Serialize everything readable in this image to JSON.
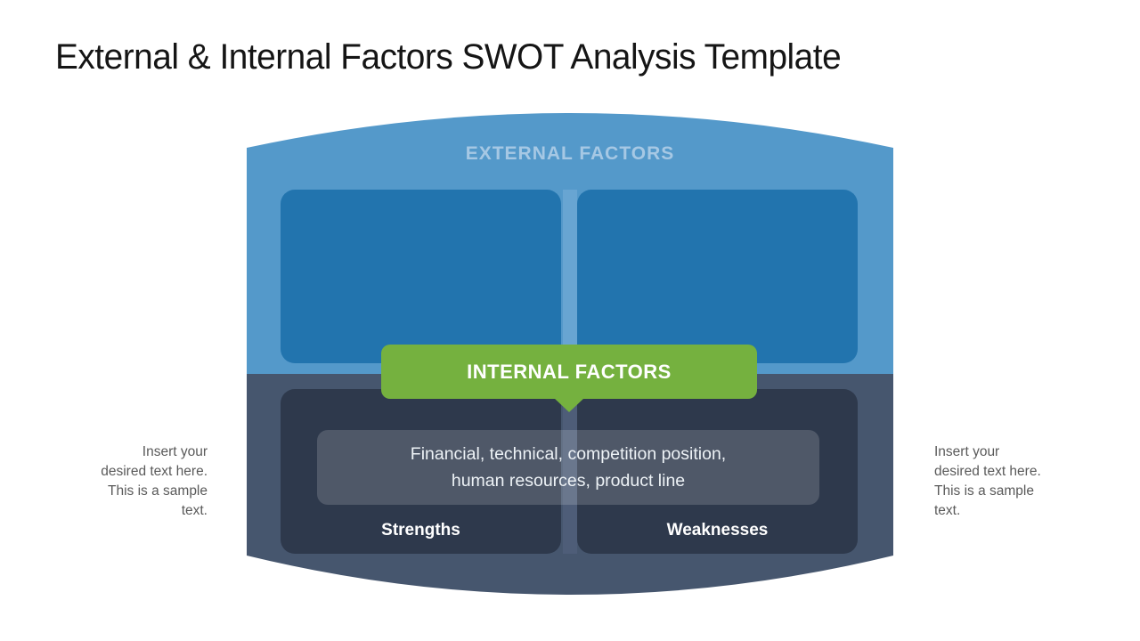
{
  "slide": {
    "title": "External & Internal Factors SWOT Analysis Template"
  },
  "diagram": {
    "external_section": {
      "label": "EXTERNAL FACTORS"
    },
    "internal_banner": {
      "label": "INTERNAL FACTORS"
    },
    "bottom_left_card": {
      "label": "Strengths"
    },
    "bottom_right_card": {
      "label": "Weaknesses"
    },
    "overlay": {
      "lines": [
        "Financial, technical, competition position,",
        "human resources, product line"
      ]
    }
  },
  "side_notes": {
    "left": {
      "lines": [
        "Insert your",
        "desired text here.",
        "This is a sample",
        "text."
      ]
    },
    "right": {
      "lines": [
        "Insert your",
        "desired text here.",
        "This is a sample",
        "text."
      ]
    }
  },
  "colors": {
    "external_background": "#5499CA",
    "external_card": "#2274AE",
    "external_label_text": "#A6C8E4",
    "internal_background": "#46566E",
    "internal_card": "#2E394C",
    "divider_top": "#68A5D2",
    "divider_bottom": "#4E5D78",
    "banner_green": "#75B13F",
    "overlay_fill": "rgba(255,255,255,0.16)",
    "note_text": "#5A5A5A",
    "title_text": "#151515"
  }
}
